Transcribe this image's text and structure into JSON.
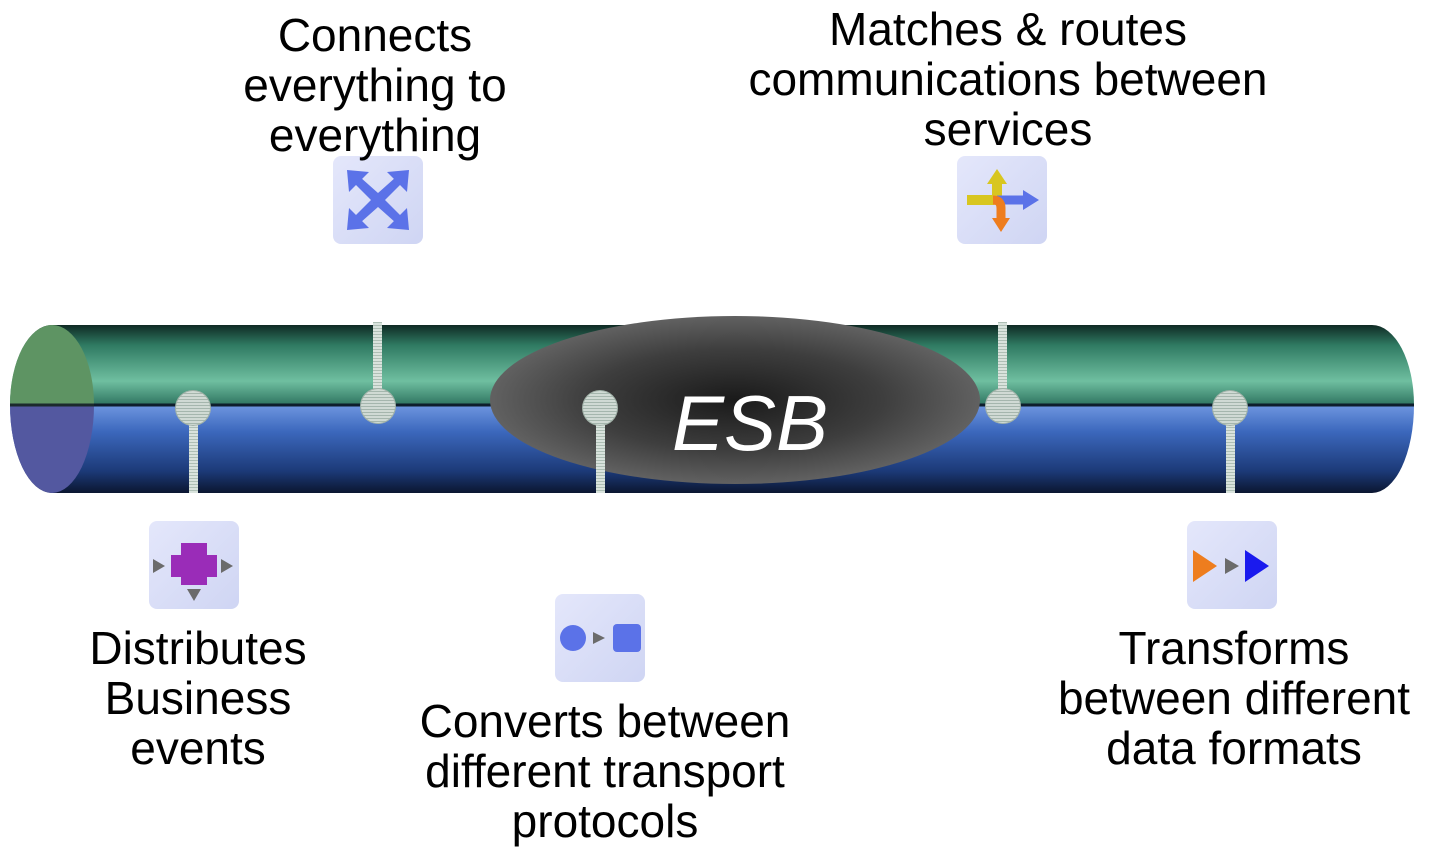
{
  "bus": {
    "title": "ESB"
  },
  "features": [
    {
      "id": "connects",
      "icon": "cross-arrows-icon",
      "lines": [
        "Connects",
        "everything to",
        "everything"
      ]
    },
    {
      "id": "routes",
      "icon": "routing-arrows-icon",
      "lines": [
        "Matches & routes",
        "communications between",
        "services"
      ]
    },
    {
      "id": "distributes",
      "icon": "distribute-icon",
      "lines": [
        "Distributes",
        "Business",
        "events"
      ]
    },
    {
      "id": "converts",
      "icon": "protocol-convert-icon",
      "lines": [
        "Converts between",
        "different transport",
        "protocols"
      ]
    },
    {
      "id": "transforms",
      "icon": "transform-arrows-icon",
      "lines": [
        "Transforms",
        "between different",
        "data formats"
      ]
    }
  ],
  "colors": {
    "bus_top": "#3f8f75",
    "bus_bottom": "#2d5ea8",
    "esb_ellipse": "#595959",
    "icon_blue": "#5b72e8",
    "icon_purple": "#9a2cb8",
    "icon_orange": "#ee7d1e",
    "icon_yellow": "#d8c620"
  }
}
